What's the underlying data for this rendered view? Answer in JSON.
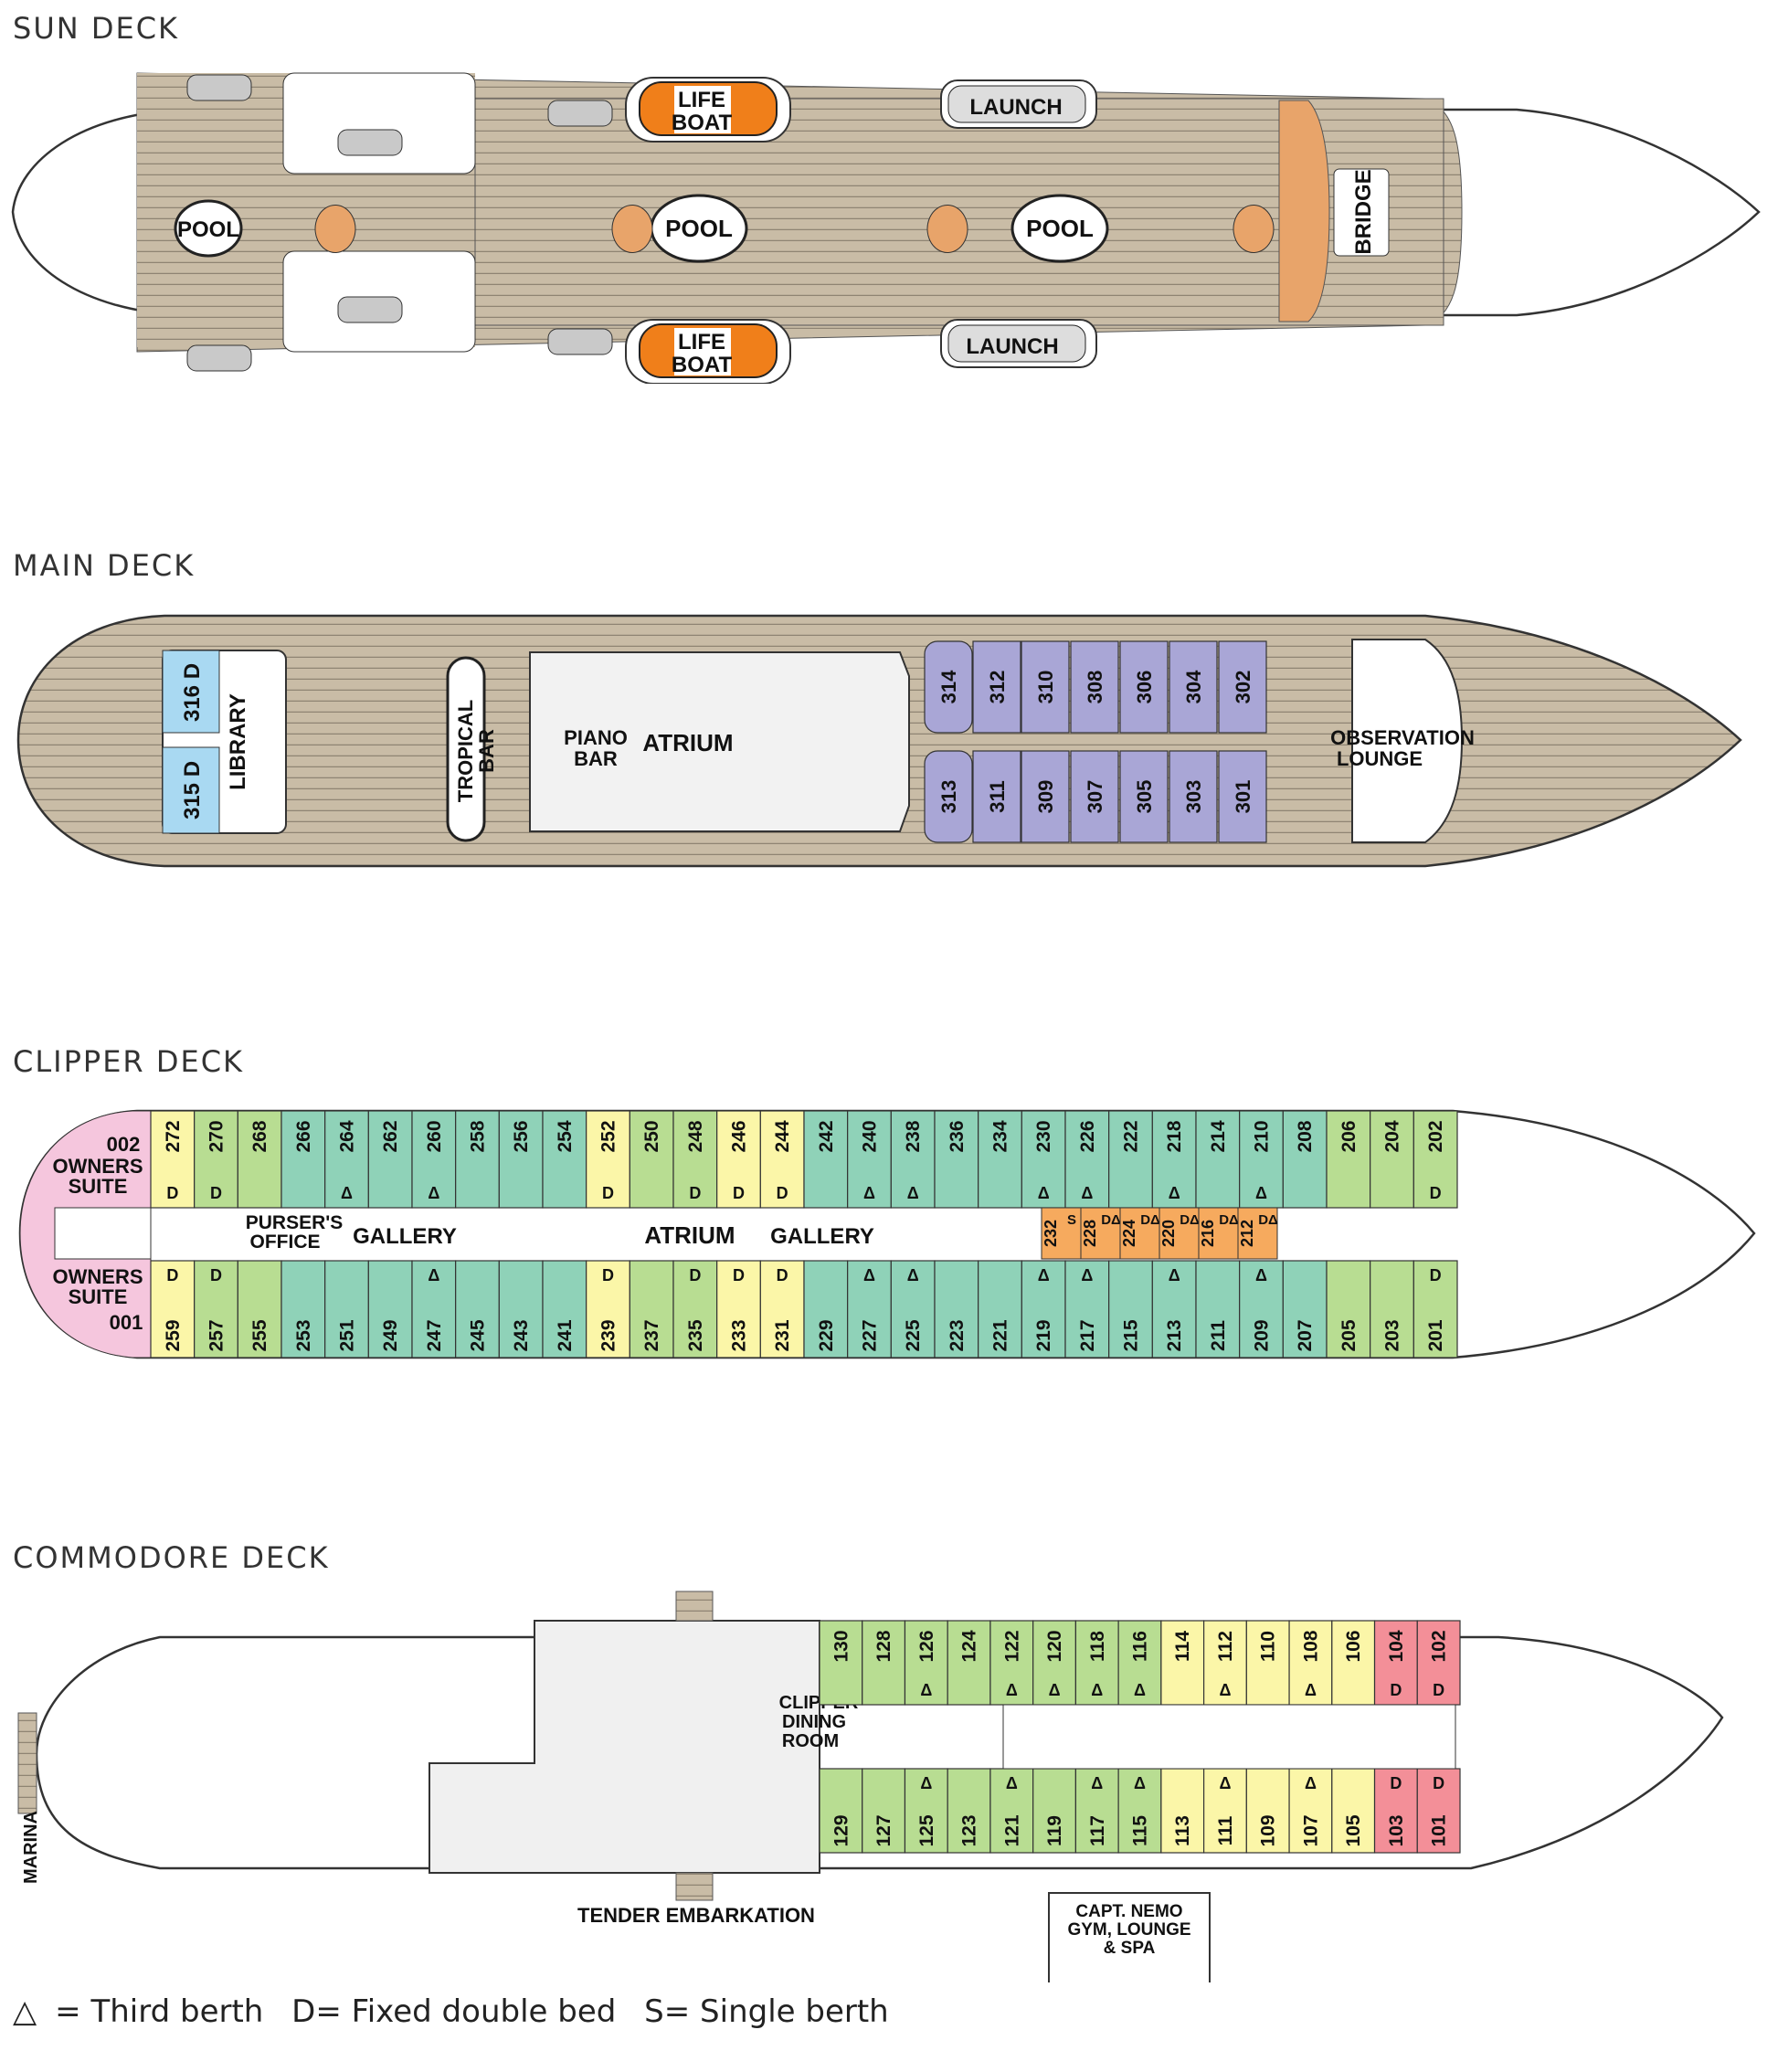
{
  "colors": {
    "deck_wood": "#c9bca6",
    "deck_lines": "#8f8473",
    "hull": "#ffffff",
    "hull_stroke": "#333333",
    "orange_lifeboat": "#f07f1a",
    "tan": "#e8a46a",
    "purple_cabin": "#a9a6d6",
    "teal_cabin": "#8fd2b8",
    "green_cabin": "#b8dd92",
    "yellow_cabin": "#fbf6a8",
    "orange_cabin": "#f6aa5e",
    "pink_suite": "#f5c6dd",
    "red_cabin": "#f38f98",
    "blue_cabin": "#a9d9f2"
  },
  "sun_deck": {
    "title": "SUN DECK",
    "pool1": "POOL",
    "pool2": "POOL",
    "pool3": "POOL",
    "lifeboat_top": [
      "LIFE",
      "BOAT"
    ],
    "lifeboat_bottom": [
      "LIFE",
      "BOAT"
    ],
    "launch_top": "LAUNCH",
    "launch_bottom": "LAUNCH",
    "bridge": "BRIDGE"
  },
  "main_deck": {
    "title": "MAIN DECK",
    "library": "LIBRARY",
    "tropical_bar": [
      "TROPICAL",
      "BAR"
    ],
    "piano_bar": [
      "PIANO",
      "BAR"
    ],
    "atrium": "ATRIUM",
    "observation": [
      "OBSERVATION",
      "LOUNGE"
    ],
    "cabins_top": [
      "314",
      "312",
      "310",
      "308",
      "306",
      "304",
      "302"
    ],
    "cabins_bottom": [
      "313",
      "311",
      "309",
      "307",
      "305",
      "303",
      "301"
    ],
    "suite_top": "316 D",
    "suite_bottom": "315 D"
  },
  "clipper_deck": {
    "title": "CLIPPER DECK",
    "owners_top": [
      "002",
      "OWNERS",
      "SUITE"
    ],
    "owners_bottom": [
      "OWNERS",
      "SUITE",
      "001"
    ],
    "pursers": [
      "PURSER'S",
      "OFFICE"
    ],
    "gallery1": "GALLERY",
    "atrium": "ATRIUM",
    "gallery2": "GALLERY",
    "cabins_top": [
      {
        "n": "272",
        "c": "yellow",
        "m": "D"
      },
      {
        "n": "270",
        "c": "green",
        "m": "D"
      },
      {
        "n": "268",
        "c": "green",
        "m": ""
      },
      {
        "n": "266",
        "c": "teal",
        "m": ""
      },
      {
        "n": "264",
        "c": "teal",
        "m": "Δ"
      },
      {
        "n": "262",
        "c": "teal",
        "m": ""
      },
      {
        "n": "260",
        "c": "teal",
        "m": "Δ"
      },
      {
        "n": "258",
        "c": "teal",
        "m": ""
      },
      {
        "n": "256",
        "c": "teal",
        "m": ""
      },
      {
        "n": "254",
        "c": "teal",
        "m": ""
      },
      {
        "n": "252",
        "c": "yellow",
        "m": "D"
      },
      {
        "n": "250",
        "c": "green",
        "m": ""
      },
      {
        "n": "248",
        "c": "green",
        "m": "D"
      },
      {
        "n": "246",
        "c": "yellow",
        "m": "D"
      },
      {
        "n": "244",
        "c": "yellow",
        "m": "D"
      },
      {
        "n": "242",
        "c": "teal",
        "m": ""
      },
      {
        "n": "240",
        "c": "teal",
        "m": "Δ"
      },
      {
        "n": "238",
        "c": "teal",
        "m": "Δ"
      },
      {
        "n": "236",
        "c": "teal",
        "m": ""
      },
      {
        "n": "234",
        "c": "teal",
        "m": ""
      },
      {
        "n": "230",
        "c": "teal",
        "m": "Δ"
      },
      {
        "n": "226",
        "c": "teal",
        "m": "Δ"
      },
      {
        "n": "222",
        "c": "teal",
        "m": ""
      },
      {
        "n": "218",
        "c": "teal",
        "m": "Δ"
      },
      {
        "n": "214",
        "c": "teal",
        "m": ""
      },
      {
        "n": "210",
        "c": "teal",
        "m": "Δ"
      },
      {
        "n": "208",
        "c": "teal",
        "m": ""
      },
      {
        "n": "206",
        "c": "green",
        "m": ""
      },
      {
        "n": "204",
        "c": "green",
        "m": ""
      },
      {
        "n": "202",
        "c": "green",
        "m": "D"
      }
    ],
    "cabins_bottom": [
      {
        "n": "259",
        "c": "yellow",
        "m": "D"
      },
      {
        "n": "257",
        "c": "green",
        "m": "D"
      },
      {
        "n": "255",
        "c": "green",
        "m": ""
      },
      {
        "n": "253",
        "c": "teal",
        "m": ""
      },
      {
        "n": "251",
        "c": "teal",
        "m": ""
      },
      {
        "n": "249",
        "c": "teal",
        "m": ""
      },
      {
        "n": "247",
        "c": "teal",
        "m": "Δ"
      },
      {
        "n": "245",
        "c": "teal",
        "m": ""
      },
      {
        "n": "243",
        "c": "teal",
        "m": ""
      },
      {
        "n": "241",
        "c": "teal",
        "m": ""
      },
      {
        "n": "239",
        "c": "yellow",
        "m": "D"
      },
      {
        "n": "237",
        "c": "green",
        "m": ""
      },
      {
        "n": "235",
        "c": "green",
        "m": "D"
      },
      {
        "n": "233",
        "c": "yellow",
        "m": "D"
      },
      {
        "n": "231",
        "c": "yellow",
        "m": "D"
      },
      {
        "n": "229",
        "c": "teal",
        "m": ""
      },
      {
        "n": "227",
        "c": "teal",
        "m": "Δ"
      },
      {
        "n": "225",
        "c": "teal",
        "m": "Δ"
      },
      {
        "n": "223",
        "c": "teal",
        "m": ""
      },
      {
        "n": "221",
        "c": "teal",
        "m": ""
      },
      {
        "n": "219",
        "c": "teal",
        "m": "Δ"
      },
      {
        "n": "217",
        "c": "teal",
        "m": "Δ"
      },
      {
        "n": "215",
        "c": "teal",
        "m": ""
      },
      {
        "n": "213",
        "c": "teal",
        "m": "Δ"
      },
      {
        "n": "211",
        "c": "teal",
        "m": ""
      },
      {
        "n": "209",
        "c": "teal",
        "m": "Δ"
      },
      {
        "n": "207",
        "c": "teal",
        "m": ""
      },
      {
        "n": "205",
        "c": "green",
        "m": ""
      },
      {
        "n": "203",
        "c": "green",
        "m": ""
      },
      {
        "n": "201",
        "c": "green",
        "m": "D"
      }
    ],
    "cabins_mid": [
      {
        "n": "232",
        "m": "S"
      },
      {
        "n": "228",
        "m": "DΔ"
      },
      {
        "n": "224",
        "m": "DΔ"
      },
      {
        "n": "220",
        "m": "DΔ"
      },
      {
        "n": "216",
        "m": "DΔ"
      },
      {
        "n": "212",
        "m": "DΔ"
      }
    ]
  },
  "commodore_deck": {
    "title": "COMMODORE DECK",
    "marina": "MARINA",
    "dining": [
      "CLIPPER",
      "DINING",
      "ROOM"
    ],
    "tender": "TENDER EMBARKATION",
    "nemo": [
      "CAPT. NEMO",
      "GYM, LOUNGE",
      "& SPA"
    ],
    "cabins_top": [
      {
        "n": "130",
        "c": "green",
        "m": ""
      },
      {
        "n": "128",
        "c": "green",
        "m": ""
      },
      {
        "n": "126",
        "c": "green",
        "m": "Δ"
      },
      {
        "n": "124",
        "c": "green",
        "m": ""
      },
      {
        "n": "122",
        "c": "green",
        "m": "Δ"
      },
      {
        "n": "120",
        "c": "green",
        "m": "Δ"
      },
      {
        "n": "118",
        "c": "green",
        "m": "Δ"
      },
      {
        "n": "116",
        "c": "green",
        "m": "Δ"
      },
      {
        "n": "114",
        "c": "yellow",
        "m": ""
      },
      {
        "n": "112",
        "c": "yellow",
        "m": "Δ"
      },
      {
        "n": "110",
        "c": "yellow",
        "m": ""
      },
      {
        "n": "108",
        "c": "yellow",
        "m": "Δ"
      },
      {
        "n": "106",
        "c": "yellow",
        "m": ""
      },
      {
        "n": "104",
        "c": "red",
        "m": "D"
      },
      {
        "n": "102",
        "c": "red",
        "m": "D"
      }
    ],
    "cabins_bottom": [
      {
        "n": "129",
        "c": "green",
        "m": ""
      },
      {
        "n": "127",
        "c": "green",
        "m": ""
      },
      {
        "n": "125",
        "c": "green",
        "m": "Δ"
      },
      {
        "n": "123",
        "c": "green",
        "m": ""
      },
      {
        "n": "121",
        "c": "green",
        "m": "Δ"
      },
      {
        "n": "119",
        "c": "green",
        "m": ""
      },
      {
        "n": "117",
        "c": "green",
        "m": "Δ"
      },
      {
        "n": "115",
        "c": "green",
        "m": "Δ"
      },
      {
        "n": "113",
        "c": "yellow",
        "m": ""
      },
      {
        "n": "111",
        "c": "yellow",
        "m": "Δ"
      },
      {
        "n": "109",
        "c": "yellow",
        "m": ""
      },
      {
        "n": "107",
        "c": "yellow",
        "m": "Δ"
      },
      {
        "n": "105",
        "c": "yellow",
        "m": ""
      },
      {
        "n": "103",
        "c": "red",
        "m": "D"
      },
      {
        "n": "101",
        "c": "red",
        "m": "D"
      }
    ]
  },
  "legend": {
    "third": "= Third berth",
    "double": "D= Fixed double bed",
    "single": "S= Single berth"
  }
}
